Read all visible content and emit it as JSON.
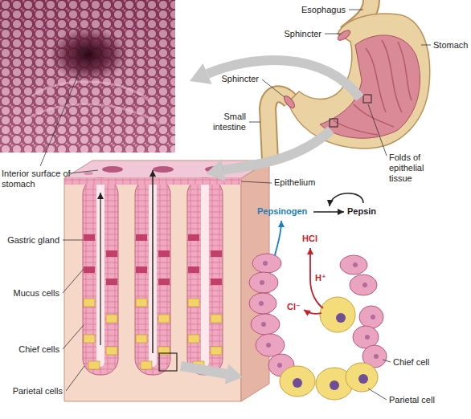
{
  "diagram": {
    "labels": [
      "Esophagus",
      "Sphincter",
      "Stomach",
      "Sphincter",
      "Small intestine",
      "Folds of epithelial tissue",
      "Interior surface of stomach",
      "Epithelium",
      "Gastric gland",
      "Mucus cells",
      "Chief cells",
      "Parietal cells",
      "Pepsinogen",
      "Pepsin",
      "HCl",
      "H⁺",
      "Cl⁻",
      "Chief cell",
      "Parietal cell"
    ]
  }
}
